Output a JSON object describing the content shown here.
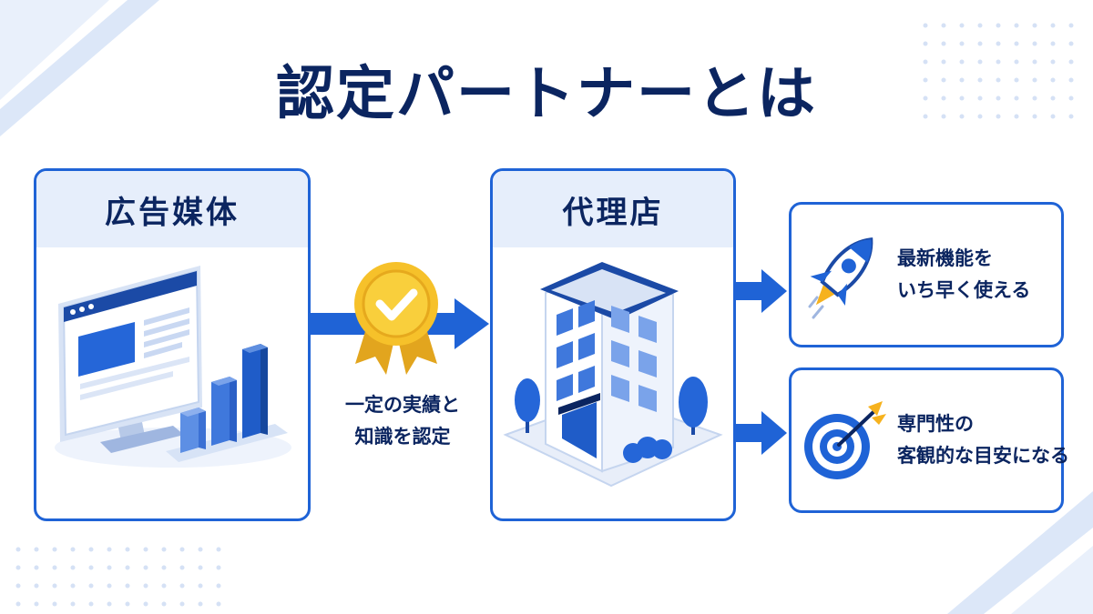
{
  "title": "認定パートナーとは",
  "media_panel": {
    "label": "広告媒体"
  },
  "agency_panel": {
    "label": "代理店"
  },
  "certification": {
    "line1": "一定の実績と",
    "line2": "知識を認定"
  },
  "benefits": [
    {
      "line1": "最新機能を",
      "line2": "いち早く使える",
      "icon": "rocket-icon"
    },
    {
      "line1": "専門性の",
      "line2": "客観的な目安になる",
      "icon": "target-icon"
    }
  ],
  "colors": {
    "primary": "#1f63d6",
    "navy": "#0b2560",
    "panel_header": "#e6eefb",
    "medal_gold": "#f6c12a"
  }
}
